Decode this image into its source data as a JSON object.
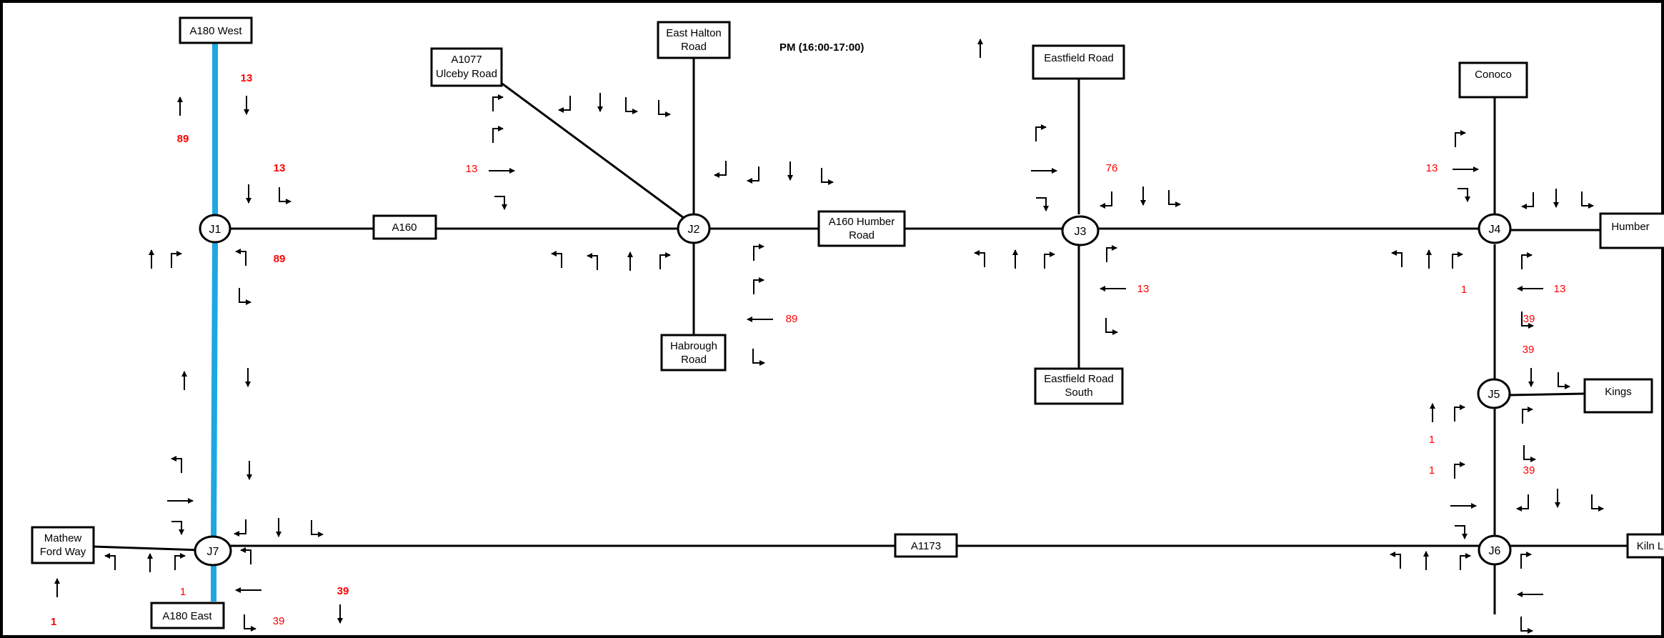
{
  "title": "PM (16:00-17:00)",
  "colors": {
    "highlight_road": "#1ea7e1",
    "flow_value": "#ff0000",
    "line": "#000000"
  },
  "junctions": [
    "J1",
    "J2",
    "J3",
    "J4",
    "J5",
    "J6",
    "J7"
  ],
  "roads": {
    "a180_west": "A180 West",
    "a180_east": "A180 East",
    "a160": "A160",
    "a1077": [
      "A1077",
      "Ulceby Road"
    ],
    "east_halton": [
      "East Halton",
      "Road"
    ],
    "habrough": [
      "Habrough",
      "Road"
    ],
    "a160_humber": [
      "A160 Humber",
      "Road"
    ],
    "eastfield": "Eastfield Road",
    "eastfield_south": [
      "Eastfield Road",
      "South"
    ],
    "conoco": "Conoco",
    "humber": "Humber",
    "kings": "Kings",
    "kiln_lane": "Kiln Lane",
    "a1173": "A1173",
    "mathew": [
      "Mathew",
      "Ford Way"
    ]
  },
  "flows": {
    "j1_a180w_left": "13",
    "j1_a180w_ahead_left": "89",
    "j1_a180w_right": "13",
    "j1_east": "89",
    "j2_a1077": "13",
    "j2_habrough": "89",
    "j3_eastfield": "76",
    "j3_east": "13",
    "j4_west": "13",
    "j4_south": "1",
    "j4_east_ahead": "13",
    "j4_east_right": "39",
    "j5_north": "39",
    "j5_south_a": "1",
    "j5_south_b": "1",
    "j5_kings": "39",
    "j7_south": "1",
    "j7_east_a": "39",
    "j7_east_b": "39",
    "mathew": "1"
  }
}
